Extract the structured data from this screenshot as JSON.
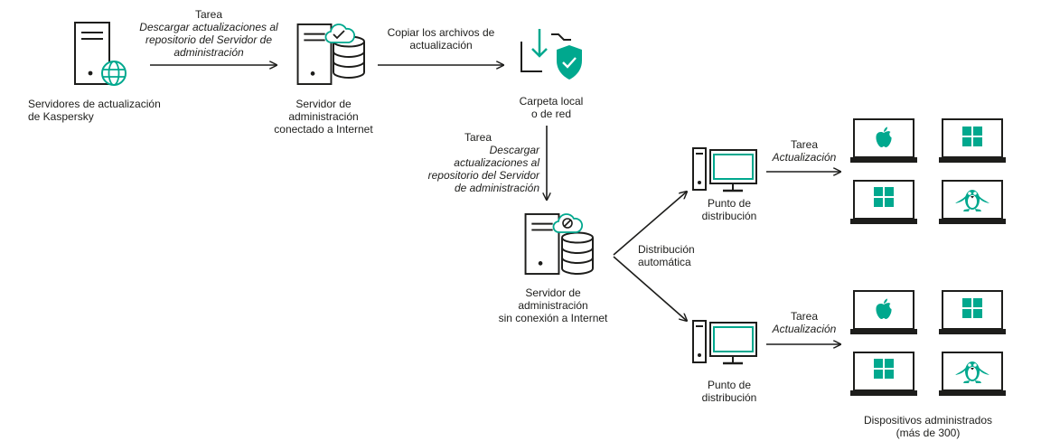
{
  "nodes": {
    "kaspersky_servers": {
      "line1": "Servidores de actualización",
      "line2": "de Kaspersky"
    },
    "admin_server_online": {
      "line1": "Servidor de",
      "line2": "administración",
      "line3": "conectado a Internet"
    },
    "local_folder": {
      "line1": "Carpeta local",
      "line2": "o de red"
    },
    "admin_server_offline": {
      "line1": "Servidor de",
      "line2": "administración",
      "line3": "sin conexión a Internet"
    },
    "distribution_point_1": {
      "line1": "Punto de",
      "line2": "distribución"
    },
    "distribution_point_2": {
      "line1": "Punto de",
      "line2": "distribución"
    },
    "managed_devices": {
      "line1": "Dispositivos administrados",
      "line2": "(más de 300)"
    }
  },
  "edges": {
    "task_download_1": {
      "title": "Tarea",
      "line1": "Descargar actualizaciones al",
      "line2": "repositorio del Servidor de",
      "line3": "administración"
    },
    "copy_files": {
      "line1": "Copiar los archivos de",
      "line2": "actualización"
    },
    "task_download_2": {
      "title": "Tarea",
      "line1": "Descargar",
      "line2": "actualizaciones al",
      "line3": "repositorio del Servidor",
      "line4": "de administración"
    },
    "auto_distribution": {
      "line1": "Distribución",
      "line2": "automática"
    },
    "task_update_1": {
      "title": "Tarea",
      "name": "Actualización"
    },
    "task_update_2": {
      "title": "Tarea",
      "name": "Actualización"
    }
  },
  "colors": {
    "accent": "#00a88e",
    "stroke": "#1d1d1b",
    "background": "#ffffff"
  },
  "icons": {
    "kaspersky_servers": "server-globe-icon",
    "admin_server_online": "server-database-cloud-check-icon",
    "local_folder": "folder-shield-icon",
    "admin_server_offline": "server-database-cloud-blocked-icon",
    "distribution_point": "desktop-computer-icon",
    "devices": [
      "apple-laptop-icon",
      "windows-laptop-icon",
      "windows-laptop-icon",
      "linux-laptop-icon"
    ]
  }
}
